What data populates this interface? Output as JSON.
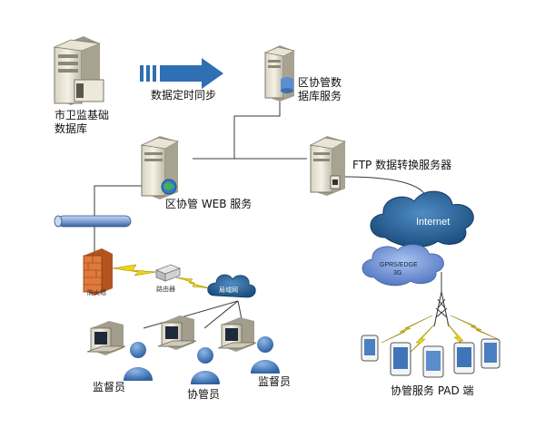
{
  "nodes": {
    "city_db": {
      "label": "市卫监基础数据库"
    },
    "sync": {
      "label": "数据定时同步"
    },
    "district_db": {
      "label": "区协管数据库服务"
    },
    "web_server": {
      "label": "区协管 WEB 服务"
    },
    "ftp_server": {
      "label": "FTP 数据转换服务器"
    },
    "internet": {
      "label": "Internet"
    },
    "gprs": {
      "line1": "GPRS/EDGE",
      "line2": "3G"
    },
    "firewall": {
      "label": "防火墙"
    },
    "router": {
      "label": "路由器"
    },
    "lan": {
      "label": "局域网"
    },
    "supervisor_left": {
      "label": "监督员"
    },
    "assistant": {
      "label": "协管员"
    },
    "supervisor_right": {
      "label": "监督员"
    },
    "pad": {
      "label": "协管服务 PAD 端"
    }
  },
  "colors": {
    "arrow": "#2f6fb3",
    "link": "#3a3a3a",
    "cloud": "#2c6aa0",
    "gprs_cloud": "#6b8fd0",
    "firewall": "#e07a3c",
    "bus": "#7fa3d9",
    "lightning": "#f2d600",
    "person": "#3b78b8"
  }
}
